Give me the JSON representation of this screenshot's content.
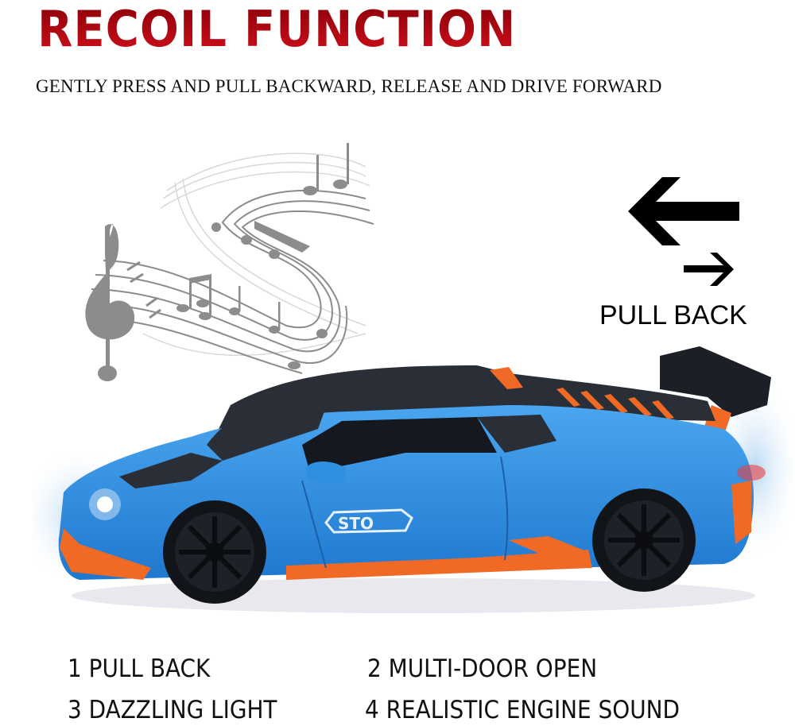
{
  "header": {
    "title": "RECOIL FUNCTION",
    "subtitle": "GENTLY PRESS AND PULL BACKWARD, RELEASE AND DRIVE FORWARD"
  },
  "graphics": {
    "music_icon": "music-notes-staff",
    "arrows_icon": "pull-back-arrows",
    "car": "blue-orange-sports-car-sto",
    "car_badge": "STO"
  },
  "pull_back_label": "PULL BACK",
  "features": [
    {
      "label": "1 PULL BACK"
    },
    {
      "label": "2  MULTI-DOOR OPEN"
    },
    {
      "label": "3 DAZZLING LIGHT"
    },
    {
      "label": "4  REALISTIC ENGINE SOUND"
    }
  ],
  "colors": {
    "title_red": "#c0101a",
    "car_blue": "#2f8fe0",
    "car_orange": "#f06a26",
    "car_black": "#1c1f26",
    "notes_gray": "#8c8c8c"
  }
}
